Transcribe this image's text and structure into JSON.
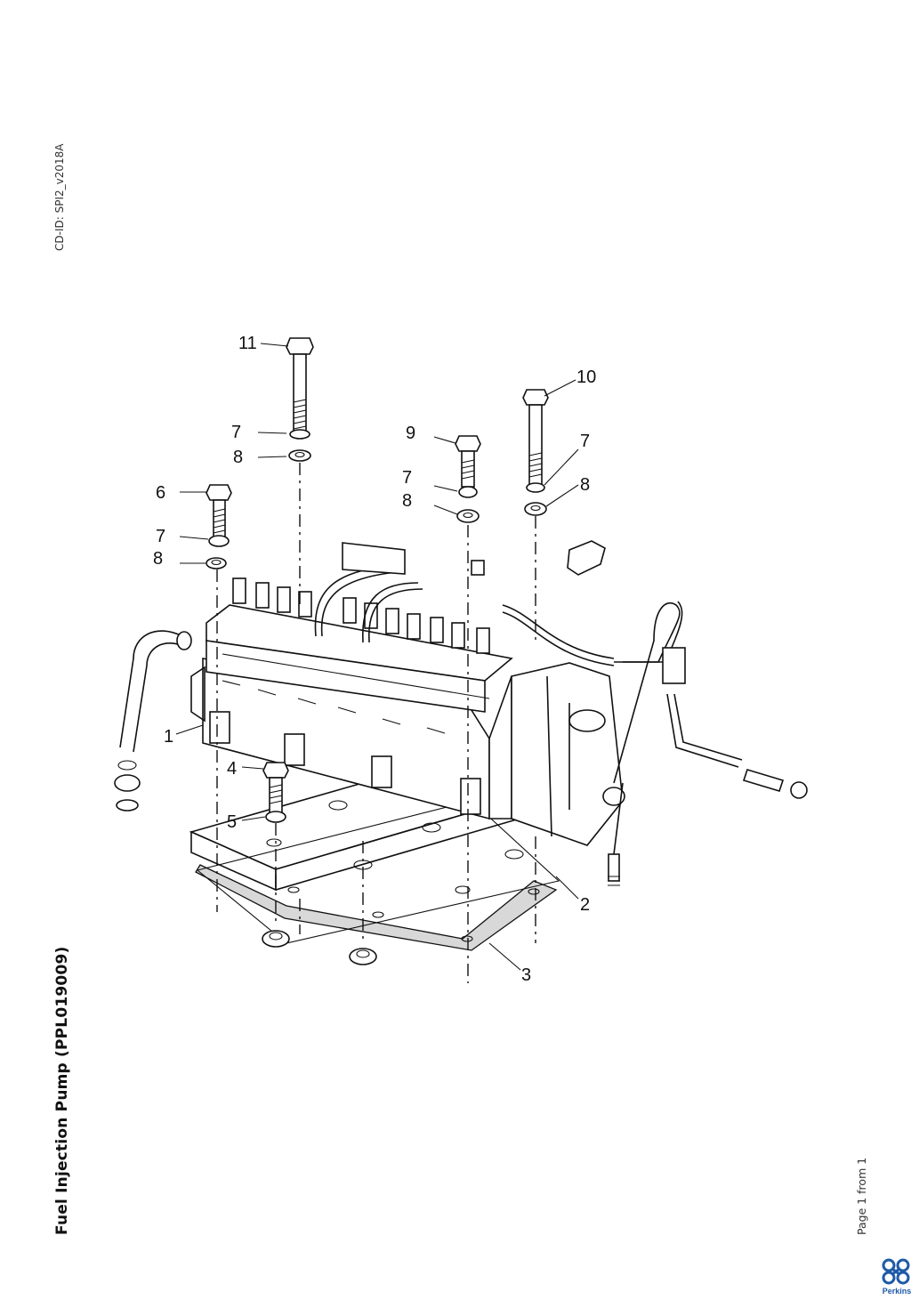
{
  "document": {
    "cd_id": "CD-ID: SPI2_v2018A",
    "title": "Fuel Injection Pump (PPL019009)",
    "page_info": "Page 1 from 1"
  },
  "brand": {
    "name": "Perkins",
    "color": "#1e5aa8"
  },
  "callouts": [
    "1",
    "2",
    "3",
    "4",
    "5",
    "6",
    "7",
    "8",
    "9",
    "10",
    "11"
  ]
}
